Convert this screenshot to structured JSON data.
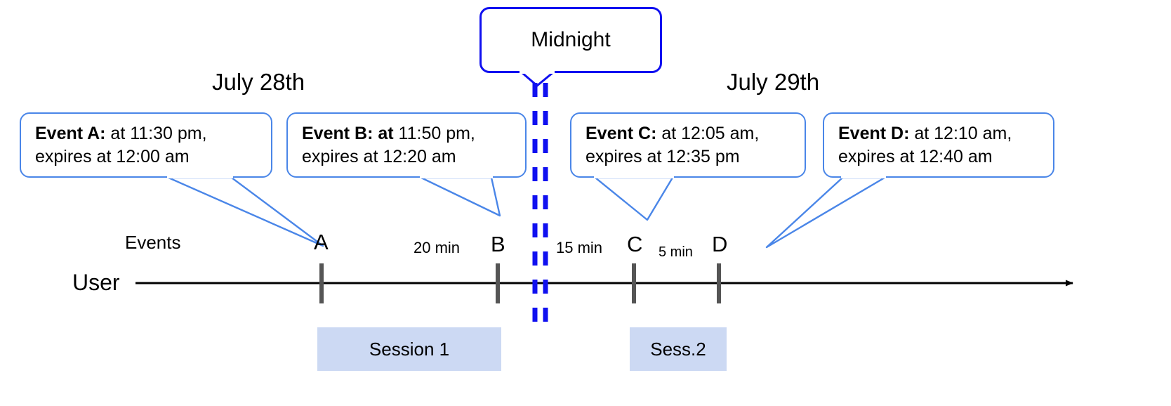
{
  "diagram": {
    "title_box": {
      "label": "Midnight"
    },
    "dates": [
      {
        "label": "July 28th"
      },
      {
        "label": "July 29th"
      }
    ],
    "row_labels": {
      "events": "Events",
      "user": "User"
    },
    "callouts": [
      {
        "id": "event-a",
        "bold": "Event A:",
        "rest_line1": " at 11:30 pm,",
        "line2": "expires at 12:00 am"
      },
      {
        "id": "event-b",
        "bold": "Event B: at",
        "rest_line1": " 11:50 pm,",
        "line2": "expires at 12:20 am"
      },
      {
        "id": "event-c",
        "bold": "Event C:",
        "rest_line1": " at 12:05 am,",
        "line2": "expires at 12:35 pm"
      },
      {
        "id": "event-d",
        "bold": "Event D:",
        "rest_line1": "  at 12:10 am,",
        "line2": "expires at 12:40 am"
      }
    ],
    "ticks": [
      {
        "letter": "A"
      },
      {
        "letter": "B"
      },
      {
        "letter": "C"
      },
      {
        "letter": "D"
      }
    ],
    "gaps": [
      {
        "label": "20 min"
      },
      {
        "label": "15 min"
      },
      {
        "label": "5 min"
      }
    ],
    "sessions": [
      {
        "label": "Session 1"
      },
      {
        "label": "Sess.2"
      }
    ],
    "colors": {
      "callout_border": "#4a86e8",
      "midnight_border": "#1010f0",
      "midnight_dash": "#1010f0",
      "session_fill": "#ccd9f3",
      "axis": "#000000",
      "tick": "#555555"
    }
  }
}
